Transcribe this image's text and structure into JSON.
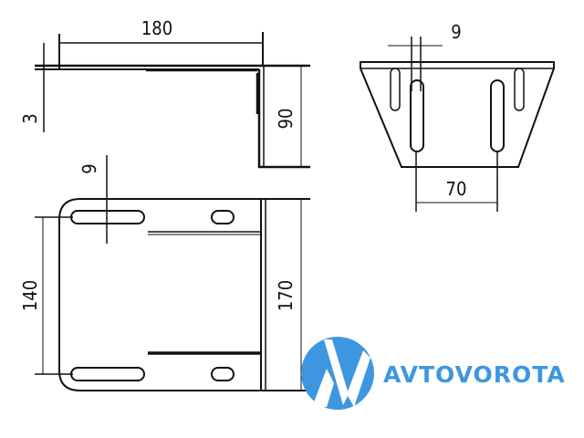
{
  "dimensions": {
    "side_length": "180",
    "side_thickness": "3",
    "side_height": "90",
    "front_slot_width": "9",
    "front_slot_spacing": "70",
    "plan_slot_width": "9",
    "plan_slot_spacing": "140",
    "plan_height": "170"
  },
  "logo": {
    "text": "AVTOVOROTA",
    "color": "#3d97e0"
  }
}
